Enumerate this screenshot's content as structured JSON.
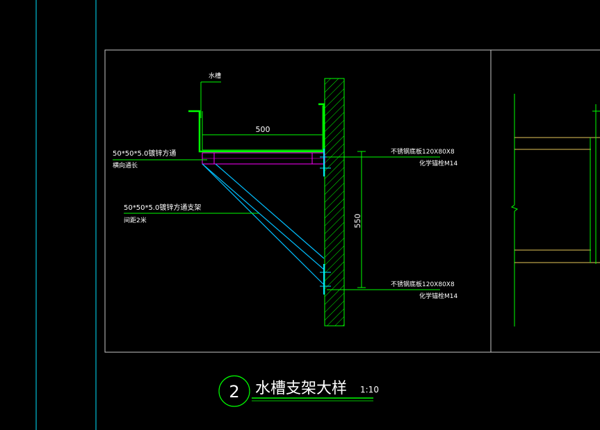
{
  "drawing": {
    "labels": {
      "water_tank": "水槽",
      "width_dim": "500",
      "height_dim": "550",
      "tube_top_line1": "50*50*5.0镀锌方通",
      "tube_top_line2": "横向通长",
      "brace_line1": "50*50*5.0镀锌方通支架",
      "brace_line2": "间距2米",
      "plate_top_line1": "不锈钢底板120X80X8",
      "plate_top_line2": "化学锚栓M14",
      "plate_bottom_line1": "不锈钢底板120X80X8",
      "plate_bottom_line2": "化学锚栓M14"
    },
    "title": {
      "number": "2",
      "text": "水槽支架大样",
      "scale": "1:10"
    }
  },
  "colors": {
    "background": "#000000",
    "frame": "#c8c8c8",
    "wall_hatch": "#00ff00",
    "tank": "#00ff00",
    "annotation": "#00ff00",
    "text": "#ffffff",
    "brace": "#00bfff",
    "magenta": "#ff00ff",
    "yellow": "#e6c85a",
    "cyan": "#00e5ff"
  }
}
